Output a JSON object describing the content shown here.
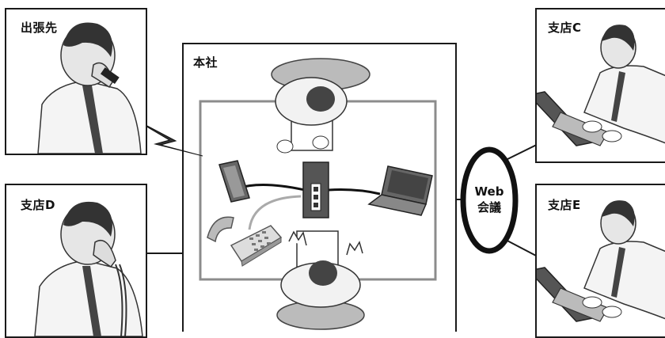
{
  "labels": {
    "travel": "出張先",
    "hq": "本社",
    "branch_c": "支店C",
    "branch_d": "支店D",
    "branch_e": "支店E",
    "web_line1": "Web",
    "web_line2": "会議"
  },
  "icons": {
    "person_phone_travel": "person-on-mobile-phone-icon",
    "person_phone_d": "person-on-desk-phone-icon",
    "person_laptop_c": "person-using-laptop-icon",
    "person_laptop_e": "person-using-laptop-icon",
    "tablet": "tablet-icon",
    "speakerphone": "conference-speakerphone-icon",
    "laptop": "laptop-icon",
    "desk_phone": "desk-phone-icon",
    "wireless": "lightning-bolt-icon"
  },
  "colors": {
    "line": "#1a1a1a",
    "table_border": "#8c8c8c",
    "device_gray": "#9a9a9a",
    "dark_gray": "#555555"
  }
}
